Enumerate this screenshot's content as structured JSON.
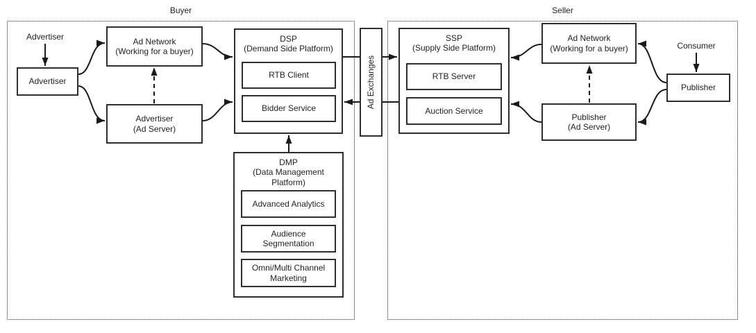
{
  "groups": {
    "buyer": {
      "label": "Buyer"
    },
    "seller": {
      "label": "Seller"
    }
  },
  "actors": {
    "advertiser": {
      "label": "Advertiser"
    },
    "consumer": {
      "label": "Consumer"
    }
  },
  "nodes": {
    "advertiser": {
      "label": "Advertiser"
    },
    "ad_network_buyer": {
      "label": "Ad Network\n(Working for a buyer)"
    },
    "advertiser_ad_server": {
      "label": "Advertiser\n(Ad Server)"
    },
    "dsp": {
      "title": "DSP\n(Demand Side Platform)",
      "rtb_client": "RTB Client",
      "bidder_service": "Bidder Service"
    },
    "ad_exchanges": {
      "label": "Ad Exchanges"
    },
    "ssp": {
      "title": "SSP\n(Supply Side Platform)",
      "rtb_server": "RTB Server",
      "auction_service": "Auction Service"
    },
    "ad_network_seller": {
      "label": "Ad Network\n(Working for a buyer)"
    },
    "publisher_ad_server": {
      "label": "Publisher\n(Ad Server)"
    },
    "publisher": {
      "label": "Publisher"
    },
    "dmp": {
      "title": "DMP\n(Data Management\nPlatform)",
      "advanced_analytics": "Advanced Analytics",
      "audience_segmentation": "Audience\nSegmentation",
      "omni_channel": "Omni/Multi Channel\nMarketing"
    }
  },
  "colors": {
    "stroke": "#2e2e2e",
    "arrow": "#1a1a1a",
    "text": "#1f1f1f",
    "background": "#ffffff"
  }
}
